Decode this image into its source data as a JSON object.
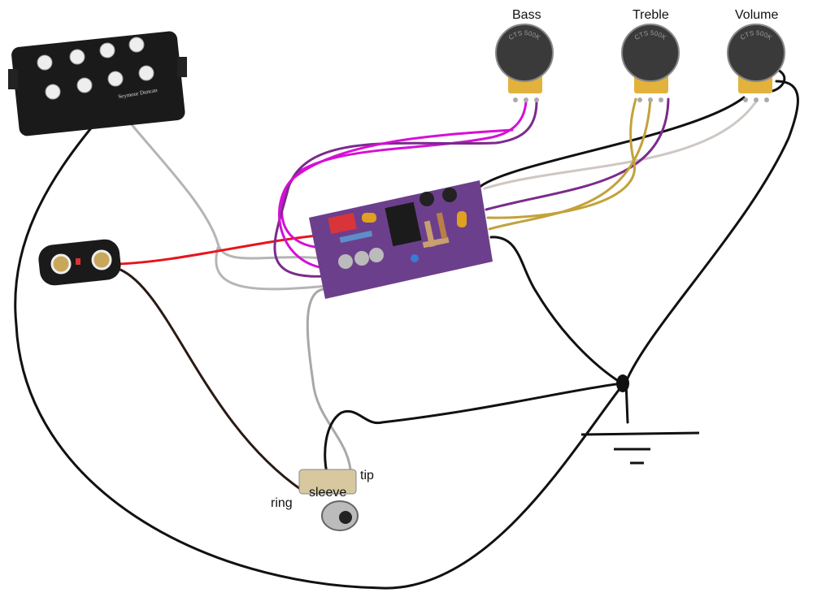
{
  "pickup": {
    "brand": "Seymour Duncan"
  },
  "pots": [
    {
      "label": "Bass",
      "marking": "CTS 500K"
    },
    {
      "label": "Treble",
      "marking": "CTS 500K"
    },
    {
      "label": "Volume",
      "marking": "CTS 500K"
    }
  ],
  "jack": {
    "labels": {
      "tip": "tip",
      "sleeve": "sleeve",
      "ring": "ring"
    }
  },
  "colors": {
    "ground_wire": "#111111",
    "hot_wire": "#e8141c",
    "gray_wire": "#b0b0b0",
    "magenta_wire": "#d60fd6",
    "purple_wire": "#7b2a8c",
    "olive_wire": "#c2a23a",
    "pcb": "#6c3f8c"
  }
}
